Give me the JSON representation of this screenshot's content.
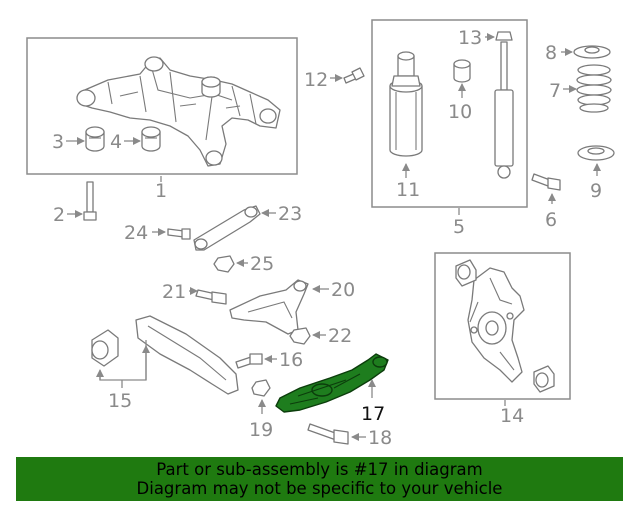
{
  "labels": {
    "p1": "1",
    "p2": "2",
    "p3": "3",
    "p4": "4",
    "p5": "5",
    "p6": "6",
    "p7": "7",
    "p8": "8",
    "p9": "9",
    "p10": "10",
    "p11": "11",
    "p12": "12",
    "p13": "13",
    "p14": "14",
    "p15": "15",
    "p16": "16",
    "p17": "17",
    "p18": "18",
    "p19": "19",
    "p20": "20",
    "p21": "21",
    "p22": "22",
    "p23": "23",
    "p24": "24",
    "p25": "25"
  },
  "highlight": {
    "part": "17",
    "color": "#1e7d1e"
  },
  "banner": {
    "line1": "Part or sub-assembly is #17 in diagram",
    "line2": "Diagram may not be specific to your vehicle",
    "background": "#1f7a10"
  }
}
